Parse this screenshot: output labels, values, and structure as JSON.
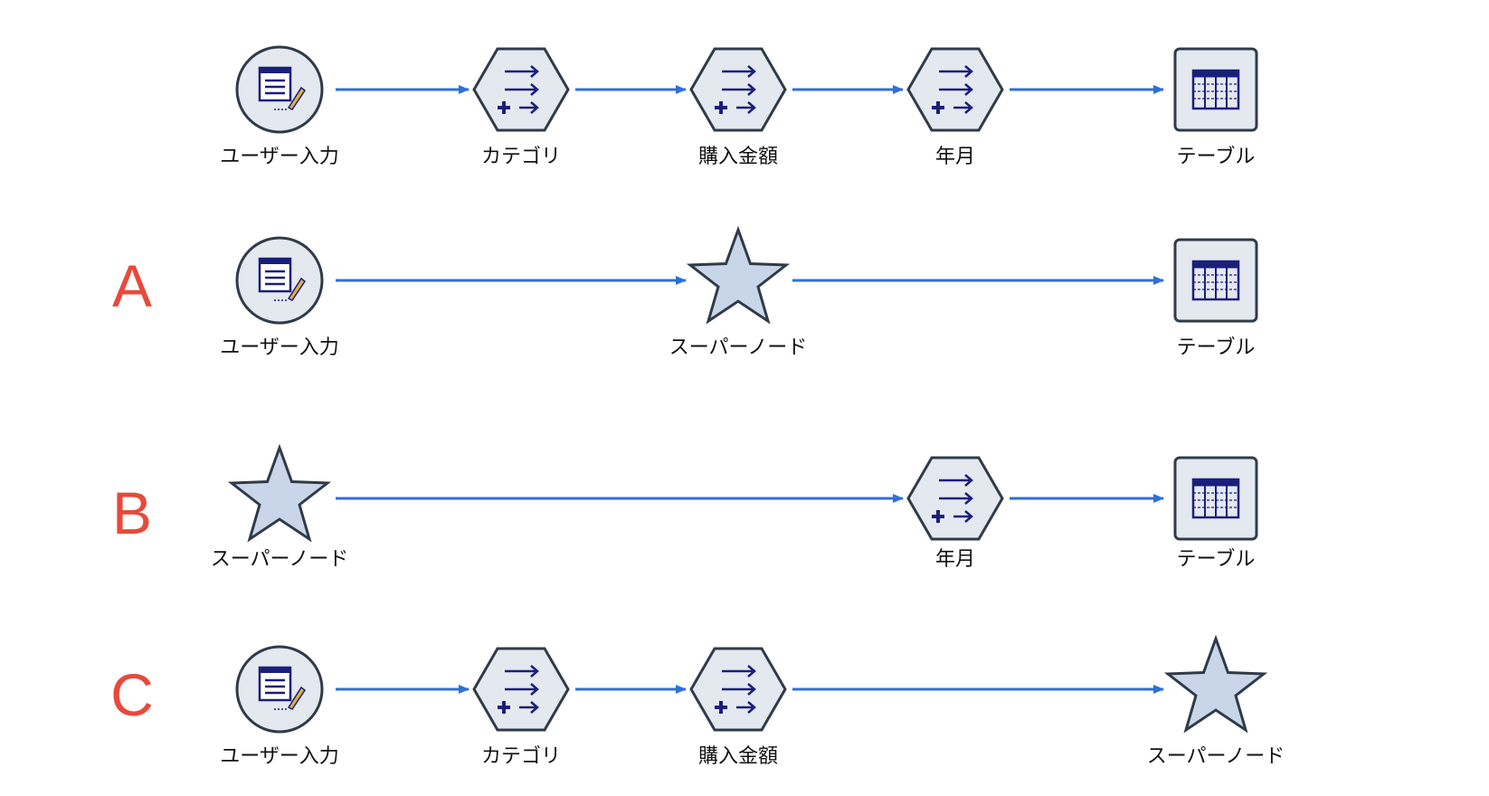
{
  "colors": {
    "arrow": "#2f6fd6",
    "row_label": "#e8493b",
    "node_fill": "#e4e8ef",
    "node_stroke": "#2f3b48",
    "star_fill": "#c9d6ea",
    "icon": "#1a1f7a"
  },
  "rows": [
    {
      "label": "",
      "nodes": [
        {
          "type": "user-input",
          "label": "ユーザー入力"
        },
        {
          "type": "derive",
          "label": "カテゴリ"
        },
        {
          "type": "derive",
          "label": "購入金額"
        },
        {
          "type": "derive",
          "label": "年月"
        },
        {
          "type": "table",
          "label": "テーブル"
        }
      ]
    },
    {
      "label": "A",
      "nodes": [
        {
          "type": "user-input",
          "label": "ユーザー入力"
        },
        {
          "type": "supernode",
          "label": "スーパーノード"
        },
        {
          "type": "table",
          "label": "テーブル"
        }
      ]
    },
    {
      "label": "B",
      "nodes": [
        {
          "type": "supernode",
          "label": "スーパーノード"
        },
        {
          "type": "derive",
          "label": "年月"
        },
        {
          "type": "table",
          "label": "テーブル"
        }
      ]
    },
    {
      "label": "C",
      "nodes": [
        {
          "type": "user-input",
          "label": "ユーザー入力"
        },
        {
          "type": "derive",
          "label": "カテゴリ"
        },
        {
          "type": "derive",
          "label": "購入金額"
        },
        {
          "type": "supernode",
          "label": "スーパーノード"
        }
      ]
    }
  ]
}
